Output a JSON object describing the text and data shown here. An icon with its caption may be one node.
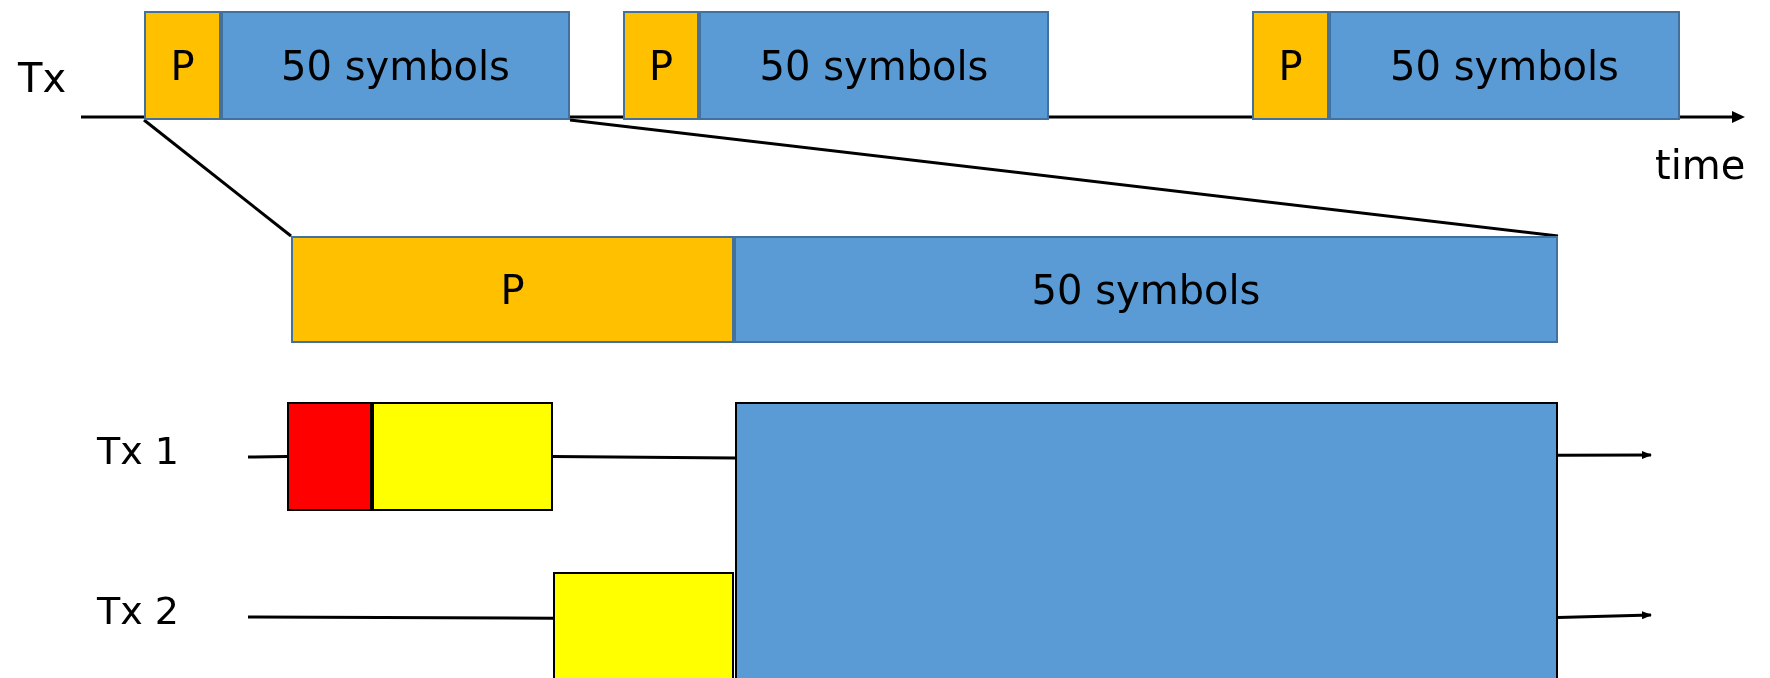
{
  "diagram": {
    "nodes": [
      {
        "text": [
          "P"
        ]
      },
      {
        "text": [
          "50 symbols"
        ]
      },
      {
        "text": [
          "P"
        ]
      },
      {
        "text": [
          "50 symbols"
        ]
      },
      {
        "text": [
          "P"
        ]
      },
      {
        "text": [
          "50 symbols"
        ]
      },
      {
        "text": [
          "P"
        ]
      },
      {
        "text": [
          "50 symbols"
        ]
      },
      {
        "text": [],
        "shape": "box"
      },
      {
        "text": [],
        "shape": "box"
      },
      {
        "text": [],
        "shape": "box"
      },
      {
        "text": [],
        "shape": "box"
      }
    ],
    "edges": [
      {
        "from": 0,
        "to": 6,
        "arrow": "none"
      },
      {
        "from": 1,
        "to": 7,
        "arrow": "none"
      },
      {
        "from": null,
        "to": 8,
        "arrow": "none"
      },
      {
        "from": 9,
        "to": 10,
        "arrow": "none"
      },
      {
        "from": 10,
        "to": null,
        "arrow": "to"
      },
      {
        "from": null,
        "to": 11,
        "arrow": "none"
      },
      {
        "from": 10,
        "to": null,
        "arrow": "to"
      }
    ],
    "labels": [
      "Tx",
      "time",
      "Tx 1",
      "Tx 2"
    ]
  }
}
